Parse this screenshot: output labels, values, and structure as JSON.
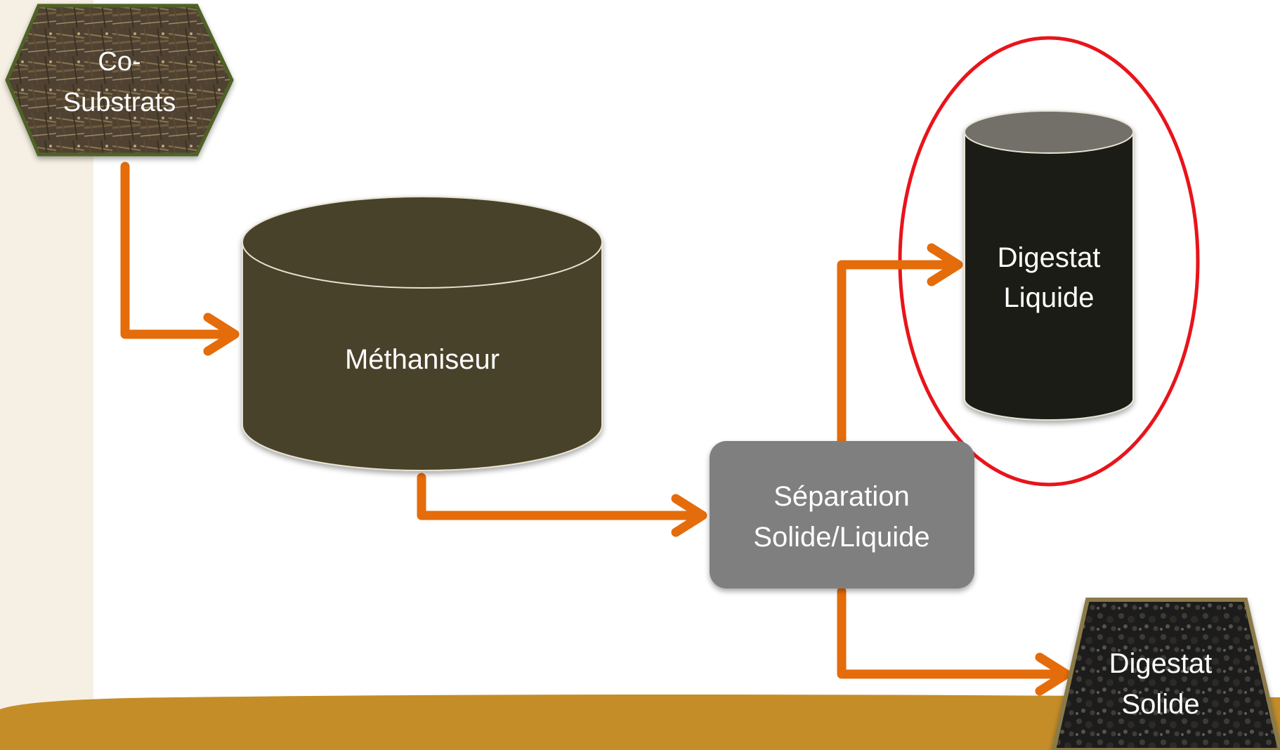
{
  "colors": {
    "page_background": "#ffffff",
    "left_strip": "#f6efe3",
    "bottom_band": "#c48d28",
    "arrow": "#e46c0a",
    "methaniseur_fill": "#4a422c",
    "digestat_liquide_fill": "#1d1c16",
    "digestat_liquide_top": "#727069",
    "separation_fill": "#7f7f7f",
    "highlight_ellipse": "#e8141b",
    "co_substrats_border": "#4f6228",
    "digestat_solide_border": "#8a7a48"
  },
  "nodes": {
    "co_substrats": {
      "label_line1": "Co-",
      "label_line2": "Substrats",
      "icon": "straw-texture-hexagon"
    },
    "methaniseur": {
      "label": "Méthaniseur",
      "icon": "cylinder-tank"
    },
    "separation": {
      "label_line1": "Séparation",
      "label_line2": "Solide/Liquide"
    },
    "digestat_liquide": {
      "label_line1": "Digestat",
      "label_line2": "Liquide",
      "icon": "cylinder-tank",
      "highlighted": true
    },
    "digestat_solide": {
      "label_line1": "Digestat",
      "label_line2": "Solide",
      "icon": "compost-texture-trapezoid"
    }
  },
  "edges": [
    {
      "from": "co_substrats",
      "to": "methaniseur"
    },
    {
      "from": "methaniseur",
      "to": "separation"
    },
    {
      "from": "separation",
      "to": "digestat_liquide"
    },
    {
      "from": "separation",
      "to": "digestat_solide"
    }
  ]
}
